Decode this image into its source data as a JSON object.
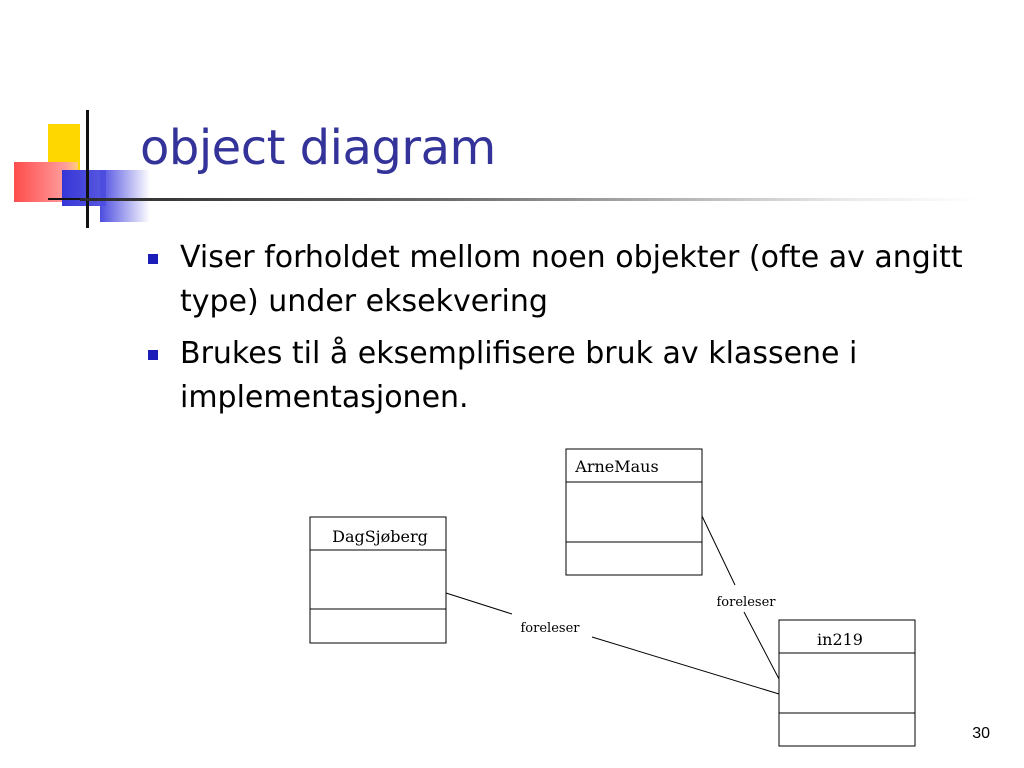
{
  "slide": {
    "title": "object diagram",
    "bullets": [
      "Viser forholdet mellom noen objekter (ofte av angitt type) under eksekvering",
      "Brukes til å eksemplifisere bruk av klassene i implementasjonen."
    ],
    "page_number": "30"
  },
  "diagram": {
    "objects": {
      "dag": "DagSjøberg",
      "arne": "ArneMaus",
      "course": "in219"
    },
    "links": {
      "dag_course": "foreleser",
      "arne_course": "foreleser"
    }
  },
  "colors": {
    "title": "#333399",
    "bullet": "#1c1cb8"
  }
}
